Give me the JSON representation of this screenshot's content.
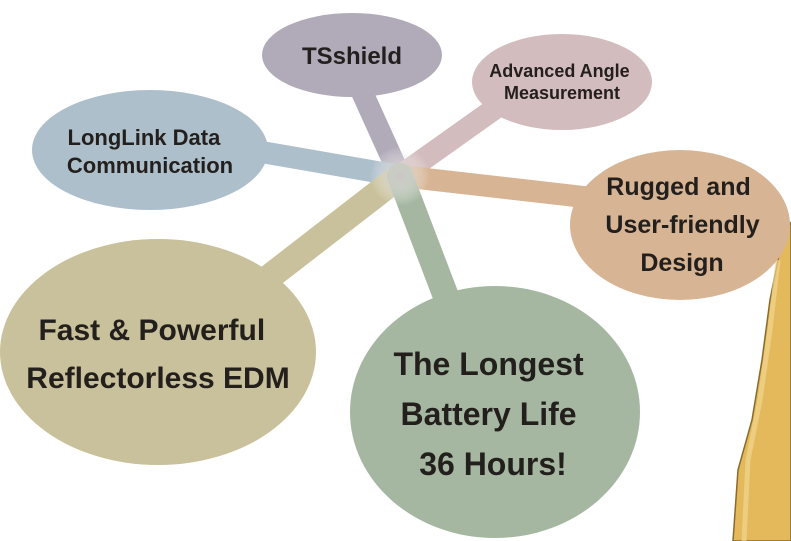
{
  "diagram": {
    "center_color": "#b9b4b2",
    "nodes": [
      {
        "id": "tsshield",
        "lines": [
          "TSshield"
        ],
        "color": "#b0aab9"
      },
      {
        "id": "advanced-angle",
        "lines": [
          "Advanced Angle",
          "Measurement"
        ],
        "color": "#d3bcbd"
      },
      {
        "id": "longlink",
        "lines": [
          "LongLink Data",
          "Communication"
        ],
        "color": "#aebfcc"
      },
      {
        "id": "rugged",
        "lines": [
          "Rugged and",
          "User-friendly",
          "Design"
        ],
        "color": "#d7b493"
      },
      {
        "id": "fast-powerful",
        "lines": [
          "Fast & Powerful",
          "Reflectorless EDM"
        ],
        "color": "#c9c19b"
      },
      {
        "id": "battery",
        "lines": [
          "The Longest",
          "Battery Life",
          "36 Hours!"
        ],
        "color": "#a5b7a1"
      }
    ],
    "device_color": "#e3b95c"
  }
}
